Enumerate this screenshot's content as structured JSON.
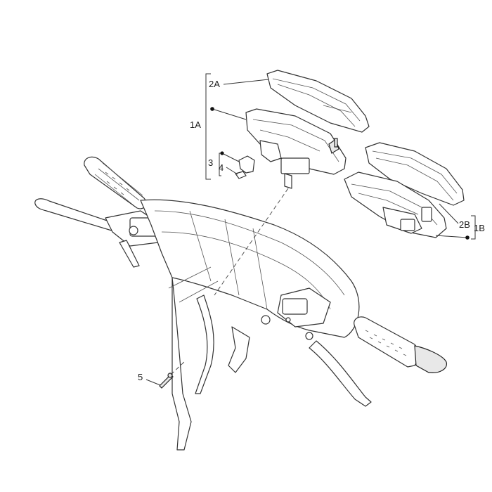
{
  "callouts": {
    "c2A": "2A",
    "c1A": "1A",
    "c3": "3",
    "c4": "4",
    "c2B": "2B",
    "c1B": "1B",
    "c5": "5"
  }
}
